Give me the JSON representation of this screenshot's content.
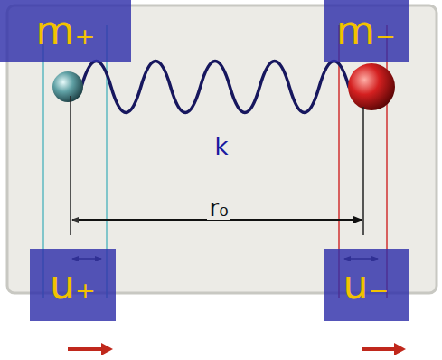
{
  "diagram": {
    "nodes": [
      {
        "text": [
          "m₊"
        ]
      },
      {
        "text": [
          "m₋"
        ]
      },
      {
        "text": [
          "u₊"
        ]
      },
      {
        "text": [
          "u₋"
        ]
      }
    ],
    "labels": [
      "k",
      "r₀"
    ]
  }
}
